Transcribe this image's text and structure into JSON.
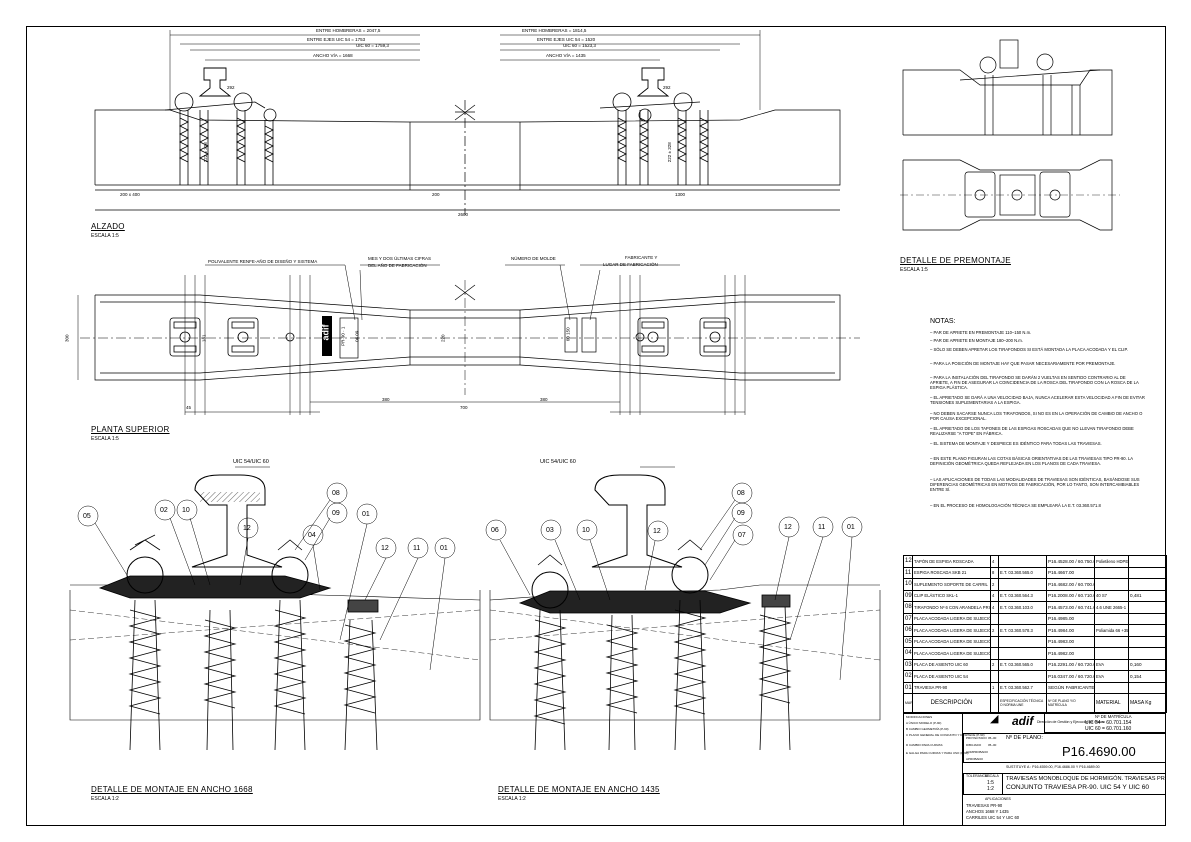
{
  "alzado": {
    "title": "ALZADO",
    "scale": "ESCALA 1:5",
    "dims_left": {
      "entre_hombreras": "ENTRE HOMBRERAS = 2047,5",
      "entre_ejes_1": "ENTRE EJES  UIC 54 = 1753",
      "entre_ejes_2": "UIC 60 = 1759,3",
      "ancho": "ANCHO VÍA = 1668"
    },
    "dims_right": {
      "entre_hombreras": "ENTRE HOMBRERAS = 1814,5",
      "entre_ejes_1": "ENTRE EJES  UIC 54 = 1520",
      "entre_ejes_2": "UIC 60 = 1523,3",
      "ancho": "ANCHO VÍA = 1435"
    },
    "d_200x400": "200 x 400",
    "d_200": "200",
    "d_1300": "1300",
    "d_2600": "2600",
    "d_292a": "292",
    "d_292b": "292",
    "d_222a": "222 ± 328",
    "d_222b": "222 ± 328"
  },
  "planta": {
    "title": "PLANTA SUPERIOR",
    "scale": "ESCALA 1:5",
    "lbl_polivalente": "POLIVALENTE RENFE-AÑO DE DISEÑO Y SISTEMA",
    "lbl_mes_1": "MES Y DOS ÚLTIMAS CIFRAS",
    "lbl_mes_2": "DEL AÑO DE FABRICACIÓN",
    "lbl_molde": "NÚMERO DE MOLDE",
    "lbl_fab_1": "FABRICANTE Y",
    "lbl_fab_2": "LUGAR DE FABRICACIÓN",
    "d_300": "300",
    "d_45": "45",
    "d_380": "380",
    "d_700": "700",
    "d_220": "220",
    "d_181": "181",
    "brand": "adif",
    "code_pr": "PR-90 · 1",
    "code_mes": "06 09",
    "code_molde": "00 150"
  },
  "premontaje": {
    "title": "DETALLE DE PREMONTAJE",
    "scale": "ESCALA 1:5"
  },
  "notas": {
    "title": "NOTAS:",
    "items": [
      "– PAR DE APRIETE EN PREMONTAJE 110–150 N.m.",
      "– PAR DE APRIETE EN MONTAJE 180–200 N.m.",
      "– SÓLO SE DEBEN APRETAR LOS TIRAFONDOS SI ESTÁ MONTADA LA PLACA ACODADA Y EL CLIP.",
      "– PARA LA POSICIÓN DE MONTAJE HAY QUE PASAR NECESARIAMENTE POR PREMONTAJE.",
      "– PARA LA INSTALACIÓN DEL TIRAFONDO SE DARÁN 2 VUELTAS EN SENTIDO CONTRARIO AL DE APRIETE, A FIN DE ASEGURAR LA COINCIDENCIA DE LA ROSCA DEL TIRAFONDO CON LA ROSCA DE LA ESPIGA PLÁSTICA.",
      "– EL APRIETADO SE DARÁ A UNA VELOCIDAD BAJA, NUNCA ACELERAR ESTA VELOCIDAD A FIN DE EVITAR TENSIONES SUPLEMENTARIAS A LA ESPIGA.",
      "– NO DEBEN SACARSE NUNCA LOS TIRAFONDOS, SI NO ES EN LA OPERACIÓN DE CAMBIO DE ANCHO O POR CAUSA EXCEPCIONAL.",
      "– EL APRIETADO DE LOS TAPONES DE LAS ESPIGAS ROSCADAS QUE NO LLEVAN TIRAFONDO DEBE REALIZARSE \"A TOPE\" EN FÁBRICA.",
      "– EL SISTEMA DE MONTAJE Y DESPIECE ES IDÉNTICO PARA TODAS LAS TRAVIESAS.",
      "– EN ESTE PLANO FIGURAN LAS COTAS BÁSICAS ORIENTATIVAS DE LAS TRAVIESAS TIPO PR-90. LA DEFINICIÓN GEOMÉTRICA QUEDA REFLEJADA EN LOS PLANOS DE CADA TRAVIESA.",
      "– LAS APLICACIONES DE TODAS LAS MODALIDADES DE TRAVIESAS SON IDÉNTICAS, BASÁNDOSE SUS DIFERENCIAS GEOMÉTRICAS EN MOTIVOS DE FABRICACIÓN, POR LO TANTO, SON INTERCAMBIABLES ENTRE SÍ.",
      "– EN EL PROCESO DE HOMOLOGACIÓN TÉCNICA SE EMPLEARÁ LA E.T. 03.360.571.8"
    ]
  },
  "detalle1668": {
    "title": "DETALLE DE MONTAJE EN ANCHO 1668",
    "scale": "ESCALA 1:2",
    "rail": "UIC 54/UIC 60",
    "callouts": [
      "05",
      "02",
      "10",
      "12",
      "08",
      "09",
      "04",
      "01",
      "12",
      "11",
      "01"
    ]
  },
  "detalle1435": {
    "title": "DETALLE DE MONTAJE EN ANCHO 1435",
    "scale": "ESCALA 1:2",
    "rail": "UIC 54/UIC 60",
    "callouts": [
      "06",
      "03",
      "10",
      "12",
      "08",
      "09",
      "07",
      "12",
      "11",
      "01"
    ]
  },
  "bom": {
    "rows": [
      {
        "pos": "12",
        "desc": "TAPÓN DE ESPIGA ROSCADA",
        "qty": "4",
        "spec": "",
        "plan": "P16.4528.00 / 60.750.020",
        "mat": "Polietileno HDPE",
        "mass": ""
      },
      {
        "pos": "11",
        "desc": "ESPIGA ROSCADA SKB 21",
        "qty": "8",
        "spec": "E.T. 03.360.565.0",
        "plan": "P16.4667.00",
        "mat": "",
        "mass": ""
      },
      {
        "pos": "10",
        "desc": "SUPLEMENTO SOPORTE DE CARRIL",
        "qty": "2",
        "spec": "",
        "plan": "P16.4682.00 / 60.700.030",
        "mat": "",
        "mass": ""
      },
      {
        "pos": "09",
        "desc": "CLIP ELÁSTICO SKL-1",
        "qty": "4",
        "spec": "E.T. 03.360.564.3",
        "plan": "P16.2008.00 / 60.710.000",
        "mat": "40 S7",
        "mass": "0,481"
      },
      {
        "pos": "08",
        "desc": "TIRAFONDO Nº 6 CON ARANDELA PRISIONERA DN7",
        "qty": "4",
        "spec": "E.T. 03.360.103.0",
        "plan": "P16.4573.00 / 60.741.028",
        "mat": "4.6 UNE 2665-1",
        "mass": ""
      },
      {
        "pos": "07",
        "desc": "PLACA ACODADA LIGERA DE SUJECIÓN A0/Ir-30",
        "qty": "",
        "spec": "",
        "plan": "P16.4985.00",
        "mat": "",
        "mass": ""
      },
      {
        "pos": "06",
        "desc": "PLACA ACODADA LIGERA DE SUJECIÓN A0/-30",
        "qty": "2",
        "spec": "E.T. 03.360.578.3",
        "plan": "P16.4984.00",
        "mat": "Poliamida 66 +35% F. Vidrio",
        "mass": ""
      },
      {
        "pos": "05",
        "desc": "PLACA ACODADA LIGERA DE SUJECIÓN A0/E-24",
        "qty": "",
        "spec": "",
        "plan": "P16.4983.00",
        "mat": "",
        "mass": ""
      },
      {
        "pos": "04",
        "desc": "PLACA ACODADA LIGERA DE SUJECIÓN A0/-24",
        "qty": "",
        "spec": "",
        "plan": "P16.4982.00",
        "mat": "",
        "mass": ""
      },
      {
        "pos": "03",
        "desc": "PLACA DE ASIENTO UIC 60",
        "qty": "2",
        "spec": "E.T. 03.360.565.0",
        "plan": "P16.2291.00 / 60.720.080",
        "mat": "EVA",
        "mass": "0,160"
      },
      {
        "pos": "02",
        "desc": "PLACA DE ASIENTO UIC 54",
        "qty": "",
        "spec": "",
        "plan": "P16.0347.00 / 60.720.054",
        "mat": "EVA",
        "mass": "0,154"
      },
      {
        "pos": "01",
        "desc": "TRAVIESA PR-90",
        "qty": "1",
        "spec": "E.T. 03.360.562.7",
        "plan": "SEGÚN FABRICANTE",
        "mat": "",
        "mass": ""
      }
    ],
    "hdr": {
      "pos": "MARCA",
      "desc": "DESCRIPCIÓN",
      "spec": "ESPECIFICACIÓN TÉCNICA O NORMA UNE",
      "plan": "Nº DE PLANO Y/O MATRÍCULA",
      "mat": "MATERIAL",
      "mass": "MASA Kg"
    }
  },
  "titleblock": {
    "brand": "adif",
    "org": "Dirección de Gestión y Ejecución de Obras",
    "matricula_label": "Nº DE MATRÍCULA",
    "matricula_1": "UIC 54 = 60.701.154",
    "matricula_2": "UIC 60 = 60.701.160",
    "plano_label": "Nº DE PLANO:",
    "plano": "P16.4690.00",
    "sustituye": "SUSTITUYE A : P16.4559.00, P16.4686.00 Y P16.4689.00",
    "title_1": "TRAVIESAS MONOBLOQUE DE HORMIGÓN. TRAVIESAS PR",
    "title_2": "CONJUNTO TRAVIESA PR-90. UIC 54 Y UIC 60",
    "escala_label": "ESCALA",
    "escala_1": "1:5",
    "escala_2": "1:2",
    "aplicaciones_label": "APLICACIONES",
    "aplicaciones": [
      "TRAVIESAS PR-90",
      "ANCHOS 1668 Y 1435",
      "CARRILES UIC 54 Y UIC 60"
    ],
    "left_rows": [
      "MODIFICACIONES",
      "A  ÚNICO MODELO (P-90)",
      "B  CAMBIO GEOMETRÍA (P-90)",
      "C  PLANO GENERAL DE CONJUNTO Y DESPIECE (P-90)",
      "D  CAMBIO PARA CURVAS",
      "E  GALGA PARA CURVAS Y PARA USO (P-90)"
    ],
    "roles": [
      "PROYECTADO",
      "DIBUJADO",
      "COMPROBADO",
      "APROBADO"
    ],
    "dates": [
      "05–00",
      "05–00"
    ],
    "tolerancia": "TOLERANCIA"
  }
}
